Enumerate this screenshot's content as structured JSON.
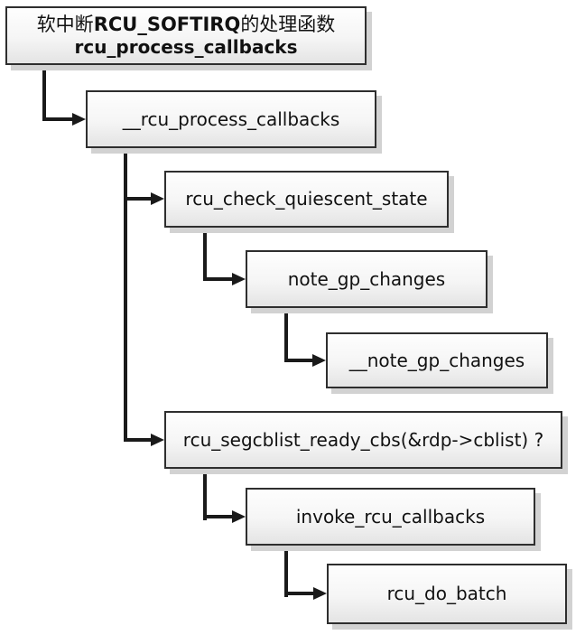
{
  "diagram": {
    "type": "call-graph-flowchart",
    "root": {
      "line1_prefix": "软中断",
      "line1_emph": "RCU_SOFTIRQ",
      "line1_suffix": "的处理函数",
      "line2": "rcu_process_callbacks"
    },
    "nodes": [
      {
        "id": "__rcu_process_callbacks",
        "label": "__rcu_process_callbacks"
      },
      {
        "id": "rcu_check_quiescent_state",
        "label": "rcu_check_quiescent_state"
      },
      {
        "id": "note_gp_changes",
        "label": "note_gp_changes"
      },
      {
        "id": "__note_gp_changes",
        "label": "__note_gp_changes"
      },
      {
        "id": "rcu_segcblist_ready_cbs",
        "label": "rcu_segcblist_ready_cbs(&rdp->cblist) ?"
      },
      {
        "id": "invoke_rcu_callbacks",
        "label": "invoke_rcu_callbacks"
      },
      {
        "id": "rcu_do_batch",
        "label": "rcu_do_batch"
      }
    ],
    "edges": [
      {
        "from": "rcu_process_callbacks",
        "to": "__rcu_process_callbacks"
      },
      {
        "from": "__rcu_process_callbacks",
        "to": "rcu_check_quiescent_state"
      },
      {
        "from": "__rcu_process_callbacks",
        "to": "rcu_segcblist_ready_cbs"
      },
      {
        "from": "rcu_check_quiescent_state",
        "to": "note_gp_changes"
      },
      {
        "from": "note_gp_changes",
        "to": "__note_gp_changes"
      },
      {
        "from": "rcu_segcblist_ready_cbs",
        "to": "invoke_rcu_callbacks"
      },
      {
        "from": "invoke_rcu_callbacks",
        "to": "rcu_do_batch"
      }
    ],
    "colors": {
      "background": "#ffffff",
      "line": "#1a1a1a",
      "box_border": "#2e2e2e",
      "box_fill_top": "#fefefe",
      "box_fill_bottom": "#e4e4e4",
      "shadow": "#d2d2d2",
      "text": "#111111"
    }
  }
}
